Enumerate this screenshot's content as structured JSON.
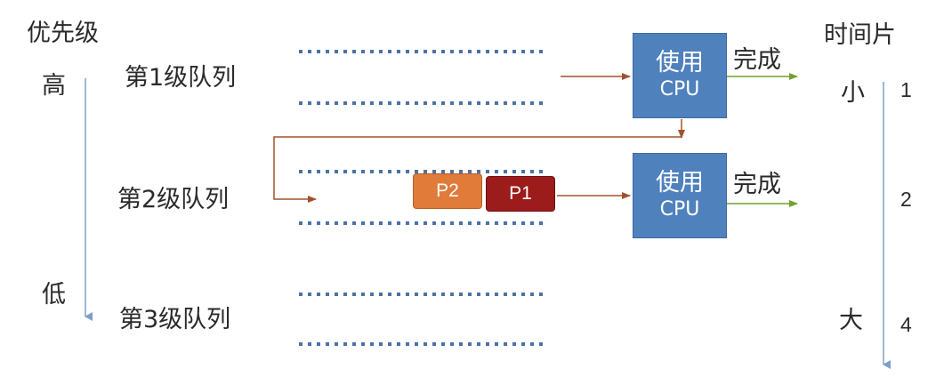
{
  "priority": {
    "title": "优先级",
    "high": "高",
    "low": "低"
  },
  "queues": [
    {
      "label": "第1级队列"
    },
    {
      "label": "第2级队列"
    },
    {
      "label": "第3级队列"
    }
  ],
  "cpu": {
    "line1": "使用",
    "line2": "CPU"
  },
  "done_label": "完成",
  "processes": {
    "p2": "P2",
    "p1": "P1"
  },
  "time_slice": {
    "title": "时间片",
    "small": "小",
    "large": "大",
    "values": [
      "1",
      "2",
      "4"
    ]
  },
  "colors": {
    "cpu_box": "#4f81bd",
    "p2": "#e07b39",
    "p1": "#9c1b1b",
    "queue_dots": "#4a72a8",
    "flow_arrow": "#a0522d",
    "done_arrow": "#6fa32e",
    "axis_arrow": "#7f9fc8"
  }
}
